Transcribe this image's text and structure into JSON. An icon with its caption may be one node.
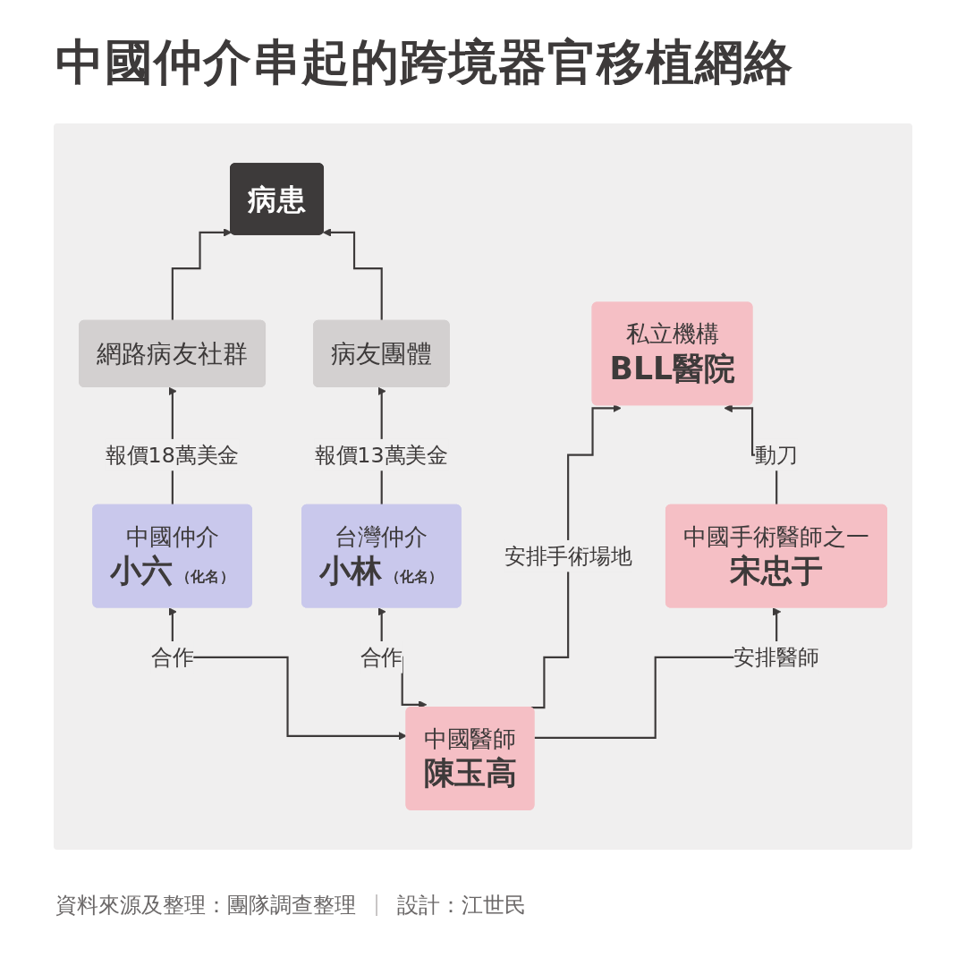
{
  "diagram": {
    "title": "中國仲介串起的跨境器官移植網絡",
    "nodes": [
      {
        "text": [
          "病患"
        ]
      },
      {
        "text": [
          "網路病友社群"
        ]
      },
      {
        "text": [
          "病友團體"
        ]
      },
      {
        "text": [
          "中國仲介",
          "小六",
          "（化名）"
        ]
      },
      {
        "text": [
          "台灣仲介",
          "小林",
          "（化名）"
        ]
      },
      {
        "text": [
          "中國醫師",
          "陳玉高"
        ]
      },
      {
        "text": [
          "中國手術醫師之一",
          "宋忠于"
        ]
      },
      {
        "text": [
          "私立機構",
          "BLL醫院"
        ]
      }
    ],
    "edges": [
      {
        "from": 1,
        "to": 0,
        "arrow": "to"
      },
      {
        "from": 2,
        "to": 0,
        "arrow": "to"
      },
      {
        "from": 3,
        "to": 1,
        "arrow": "to",
        "label": "報價18萬美金"
      },
      {
        "from": 4,
        "to": 2,
        "arrow": "to",
        "label": "報價13萬美金"
      },
      {
        "from": 5,
        "to": 3,
        "arrow": "both",
        "label": "合作"
      },
      {
        "from": 5,
        "to": 4,
        "arrow": "both",
        "label": "合作"
      },
      {
        "from": 5,
        "to": 6,
        "arrow": "to",
        "label": "安排醫師"
      },
      {
        "from": 5,
        "to": 7,
        "arrow": "to",
        "label": "安排手術場地"
      },
      {
        "from": 6,
        "to": 7,
        "arrow": "to",
        "label": "動刀"
      }
    ],
    "labels": [
      "資料來源及整理：團隊調查整理",
      "設計：江世民"
    ]
  }
}
